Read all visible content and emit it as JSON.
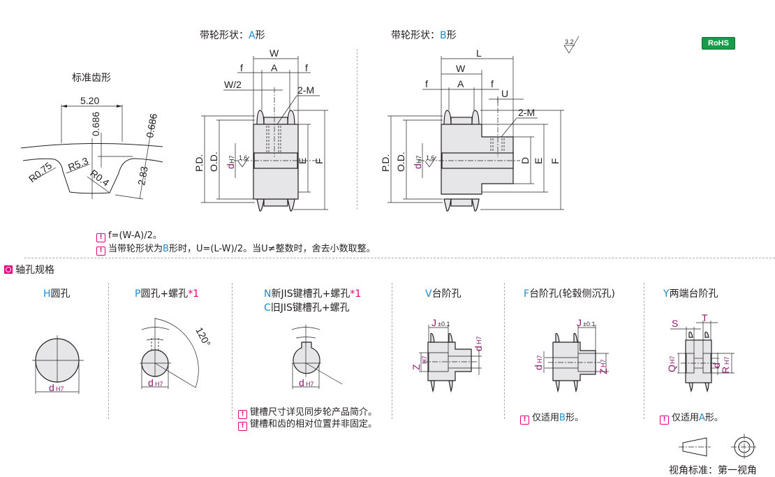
{
  "header": {
    "standard_tooth_title": "标准齿形",
    "shape_a_prefix": "带轮形状：",
    "shape_a_letter": "A",
    "shape_a_suffix": "形",
    "shape_b_prefix": "带轮形状：",
    "shape_b_letter": "B",
    "shape_b_suffix": "形",
    "surface_roughness": "3.2",
    "rohs_badge": "RoHS"
  },
  "tooth_profile": {
    "pitch": "5.20",
    "height_top": "0.686",
    "height_side": "0.686",
    "r1": "R0.75",
    "r2": "R5.3",
    "r3": "R0.4",
    "depth": "2.83"
  },
  "pulley_a": {
    "labels": {
      "W": "W",
      "A": "A",
      "f_left": "f",
      "f_right": "f",
      "half_w": "W/2",
      "screw": "2-M",
      "pd": "P.D.",
      "od": "O.D.",
      "d": "d",
      "d_tol": "H7",
      "roughness": "1.6",
      "E": "E",
      "F": "F"
    }
  },
  "pulley_b": {
    "labels": {
      "L": "L",
      "W": "W",
      "A": "A",
      "f_left": "f",
      "f_right": "f",
      "U": "U",
      "screw": "2-M",
      "pd": "P.D.",
      "od": "O.D.",
      "d": "d",
      "d_tol": "H7",
      "roughness": "1.6",
      "D": "D",
      "E": "E",
      "F": "F"
    }
  },
  "notes": [
    {
      "icon": "exclamation-icon",
      "text": "f=(W-A)/2。"
    },
    {
      "icon": "exclamation-icon",
      "text_before": "当带轮形状为",
      "highlight": "B",
      "text_after": "形时，U=(L-W)/2。当U≠整数时，舍去小数取整。"
    }
  ],
  "bore_section": {
    "title": "轴孔规格",
    "types": [
      {
        "code": "H",
        "name": "圆孔",
        "dim": "d",
        "tol": "H7"
      },
      {
        "code": "P",
        "name": "圆孔+螺孔",
        "footnote": "*1",
        "dim": "d",
        "tol": "H7",
        "angle": "120°"
      },
      {
        "code": "N",
        "name": "新JIS键槽孔+螺孔",
        "footnote": "*1",
        "code2": "C",
        "name2": "旧JIS键槽孔+螺孔",
        "dim": "d",
        "tol": "H7",
        "notes": [
          "键槽尺寸详见同步轮产品简介。",
          "键槽和齿的相对位置并非固定。"
        ]
      },
      {
        "code": "V",
        "name": "台阶孔",
        "J": "J",
        "J_tol": "±0.1",
        "Z": "Z",
        "Z_tol": "H7",
        "d": "d",
        "d_tol": "H7"
      },
      {
        "code": "F",
        "name": "台阶孔(轮毂侧沉孔)",
        "J": "J",
        "J_tol": "±0.1",
        "Z": "Z",
        "Z_tol": "H7",
        "d": "d",
        "d_tol": "H7",
        "note_before": "仅适用",
        "note_highlight": "B",
        "note_after": "形。"
      },
      {
        "code": "Y",
        "name": "两端台阶孔",
        "S": "S",
        "T": "T",
        "Q": "Q",
        "Q_tol": "H7",
        "R": "R",
        "R_tol": "H7",
        "d": "d",
        "note_before": "仅适用",
        "note_highlight": "A",
        "note_after": "形。"
      }
    ]
  },
  "projection": {
    "label": "视角标准：第一视角"
  },
  "colors": {
    "accent_blue": "#1f8ac9",
    "accent_pink": "#e5007f",
    "dim_purple": "#8b1a6b",
    "rohs_green": "#1a9b4a",
    "body_fill": "#e6e6e8"
  }
}
